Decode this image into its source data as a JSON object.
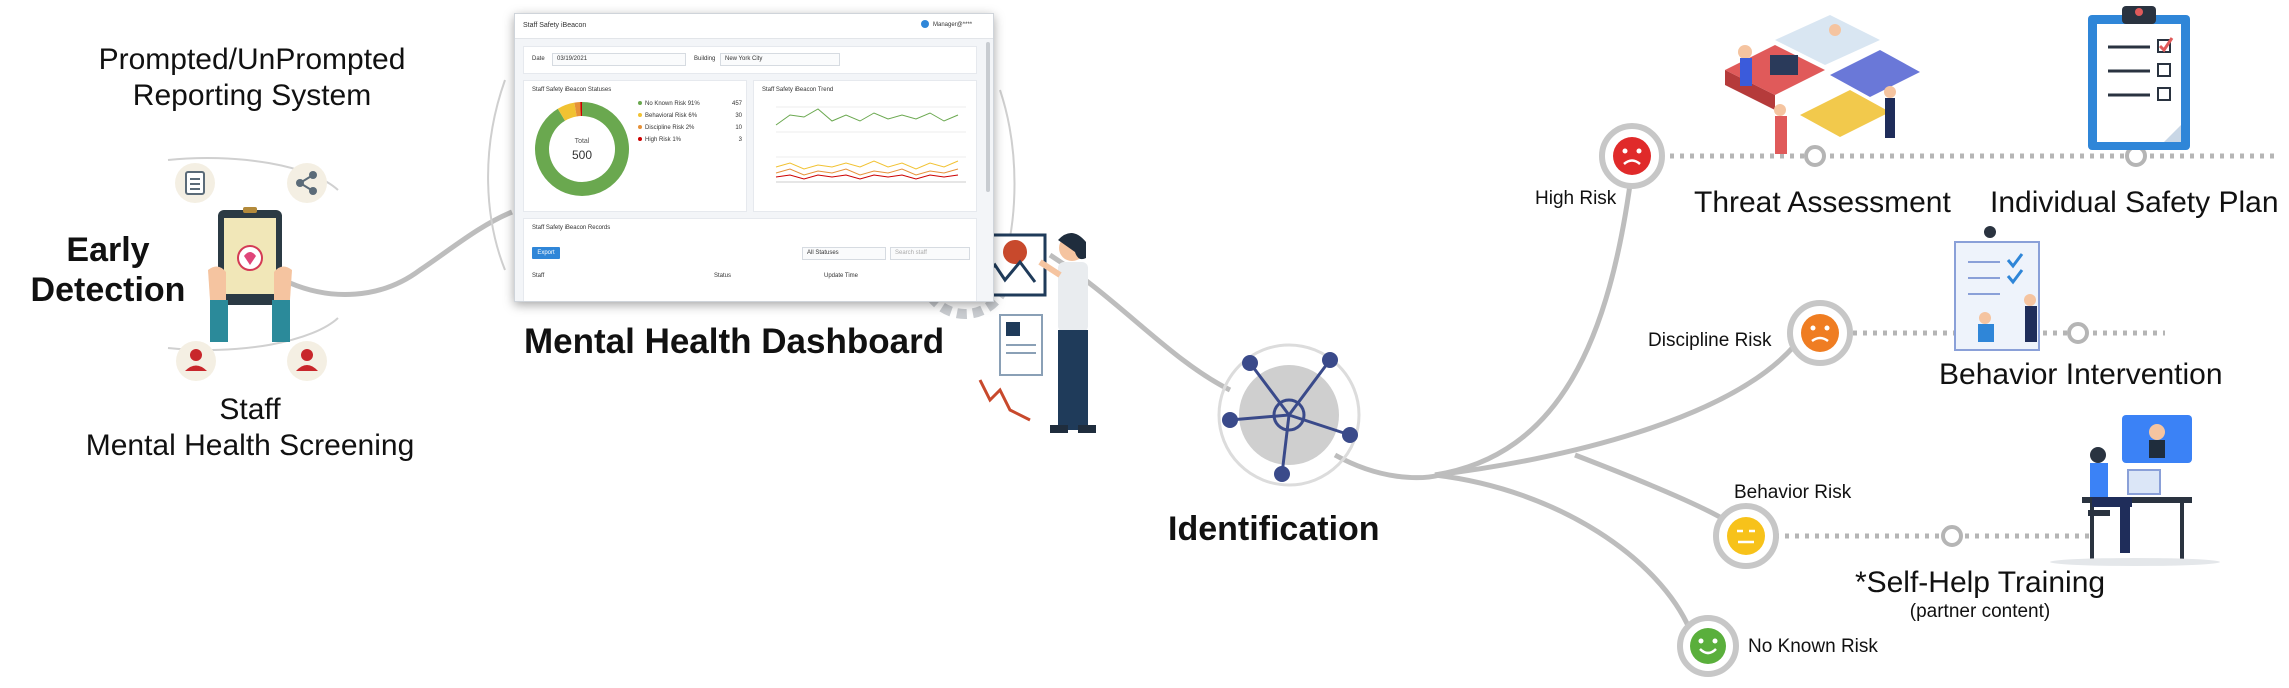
{
  "early_detection": {
    "top_label_line1": "Prompted/UnPrompted",
    "top_label_line2": "Reporting System",
    "title_line1": "Early",
    "title_line2": "Detection",
    "bottom_label_line1": "Staff",
    "bottom_label_line2": "Mental Health Screening"
  },
  "dashboard": {
    "caption": "Mental Health Dashboard",
    "window_title": "Staff Safety iBeacon",
    "user_label": "Manager@****",
    "date_label": "Date",
    "date_value": "03/19/2021",
    "building_label": "Building",
    "building_value": "New York City",
    "statuses_title": "Staff Safety iBeacon Statuses",
    "donut_label": "Total",
    "donut_total": "500",
    "legend": [
      {
        "label": "No Known Risk",
        "pct": "91%",
        "count": "457",
        "color": "#6aa84f"
      },
      {
        "label": "Behavioral Risk",
        "pct": "6%",
        "count": "30",
        "color": "#f1c232"
      },
      {
        "label": "Discipline Risk",
        "pct": "2%",
        "count": "10",
        "color": "#e69138"
      },
      {
        "label": "High Risk",
        "pct": "1%",
        "count": "3",
        "color": "#cc0000"
      }
    ],
    "trend_title": "Staff Safety iBeacon Trend",
    "records_title": "Staff Safety iBeacon Records",
    "export_label": "Export",
    "filter_value": "All Statuses",
    "search_placeholder": "Search staff",
    "col_staff": "Staff",
    "col_status": "Status",
    "col_update": "Update Time"
  },
  "identification": {
    "label": "Identification"
  },
  "risk_levels": [
    {
      "label": "High Risk",
      "face": "sad",
      "color": "#e02a2a"
    },
    {
      "label": "Discipline Risk",
      "face": "frown",
      "color": "#ef7d22"
    },
    {
      "label": "Behavior Risk",
      "face": "neutral",
      "color": "#f7c21a"
    },
    {
      "label": "No Known Risk",
      "face": "happy",
      "color": "#5aaf3c"
    }
  ],
  "interventions": {
    "threat_assessment": "Threat Assessment",
    "individual_safety_plan": "Individual Safety Plan",
    "behavior_intervention": "Behavior Intervention",
    "self_help_training": "*Self-Help Training",
    "self_help_note": "(partner content)"
  },
  "colors": {
    "connector": "#c4c4c4",
    "accent_blue": "#2f86d8"
  }
}
